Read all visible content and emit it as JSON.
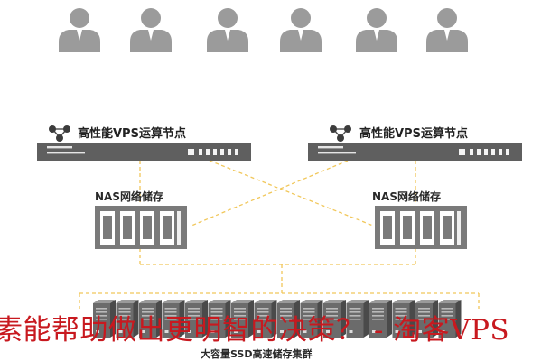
{
  "diagram": {
    "users_count": 6,
    "vps_nodes": [
      {
        "label": "高性能VPS运算节点"
      },
      {
        "label": "高性能VPS运算节点"
      }
    ],
    "nas_nodes": [
      {
        "label": "NAS网络储存"
      },
      {
        "label": "NAS网络储存"
      }
    ],
    "ssd_cluster": {
      "label": "大容量SSD高速储存集群",
      "server_count": 16
    },
    "colors": {
      "user": "#9b9b9b",
      "server_body": "#5f5f5f",
      "nas_body": "#7a7a7a",
      "link": "#f1c75a",
      "accent": "#c8191f"
    },
    "icons": [
      "user-icon",
      "vps-server-icon",
      "network-nodes-icon",
      "nas-storage-icon",
      "ssd-server-icon"
    ]
  },
  "watermark": {
    "text": "素能帮助做出更明智的决策？ - 淘客VPS"
  }
}
